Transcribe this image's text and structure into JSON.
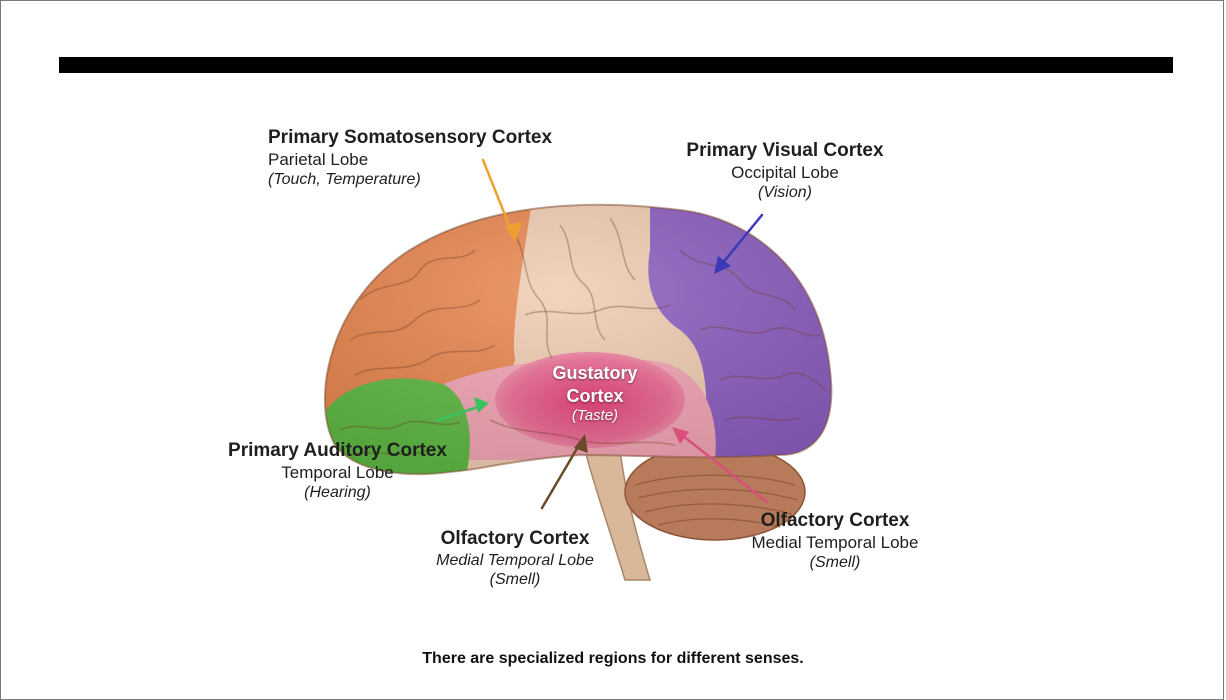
{
  "diagram": {
    "labels": {
      "somatosensory": {
        "title": "Primary Somatosensory Cortex",
        "lobe": "Parietal Lobe",
        "sense": "(Touch, Temperature)"
      },
      "visual": {
        "title": "Primary Visual Cortex",
        "lobe": "Occipital Lobe",
        "sense": "(Vision)"
      },
      "gustatory": {
        "title_line1": "Gustatory",
        "title_line2": "Cortex",
        "sense": "(Taste)"
      },
      "auditory": {
        "title": "Primary Auditory Cortex",
        "lobe": "Temporal Lobe",
        "sense": "(Hearing)"
      },
      "olfactory_left": {
        "title": "Olfactory Cortex",
        "lobe": "Medial Temporal Lobe",
        "sense": "(Smell)"
      },
      "olfactory_right": {
        "title": "Olfactory Cortex",
        "lobe": "Medial Temporal Lobe",
        "sense": "(Smell)"
      }
    },
    "colors": {
      "frontal": "#e8834a",
      "parietal": "#f0cbb0",
      "occipital": "#8a5cc0",
      "temporal": "#f3a3b3",
      "gustatory": "#e9487a",
      "auditory": "#5cb840",
      "cerebellum": "#b77a5a",
      "brainstem": "#d9b89a",
      "arrow_somatosensory": "#f0a030",
      "arrow_visual": "#3a3ab8",
      "arrow_auditory": "#3cc060",
      "arrow_olfactory_left": "#6b4a2a",
      "arrow_olfactory_right": "#d8507a"
    }
  },
  "caption": "There are specialized regions for different senses."
}
